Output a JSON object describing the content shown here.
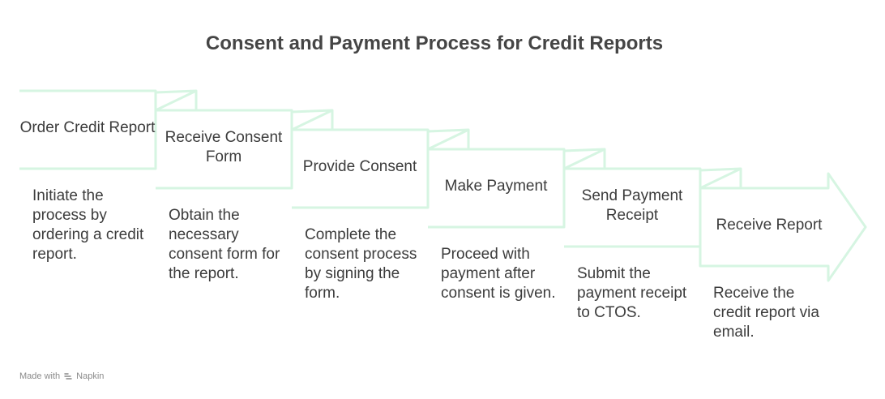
{
  "title": "Consent and Payment Process for Credit Reports",
  "steps": [
    {
      "label": "Order Credit Report",
      "description": "Initiate the process by ordering a credit report."
    },
    {
      "label": "Receive Consent Form",
      "description": "Obtain the necessary consent form for the report."
    },
    {
      "label": "Provide Consent",
      "description": "Complete the consent process by signing the form."
    },
    {
      "label": "Make Payment",
      "description": "Proceed with payment after consent is given."
    },
    {
      "label": "Send Payment Receipt",
      "description": "Submit the payment receipt to CTOS."
    },
    {
      "label": "Receive Report",
      "description": "Receive the credit report via email."
    }
  ],
  "footer": {
    "made_with": "Made with",
    "brand": "Napkin"
  },
  "colors": {
    "outline": "#d6f5e2",
    "text": "#3c3c3c",
    "title": "#454545"
  }
}
